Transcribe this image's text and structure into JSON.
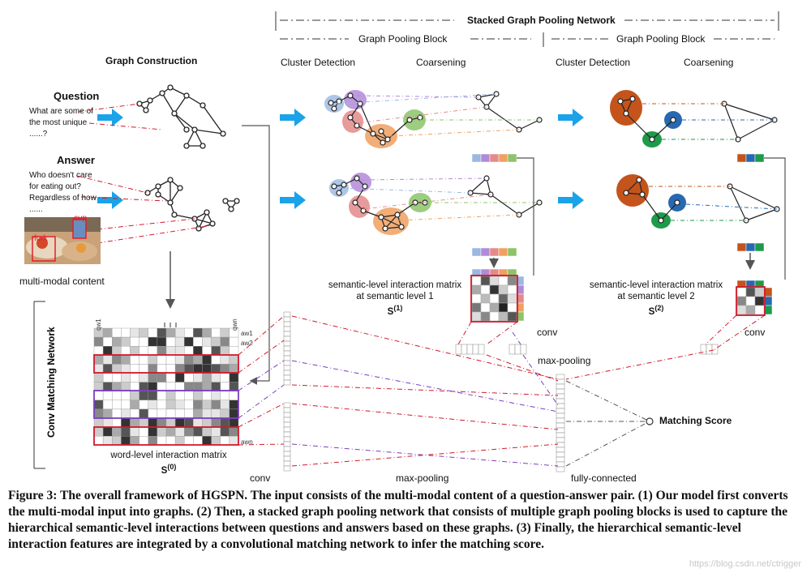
{
  "header": {
    "stacked_title": "Stacked Graph Pooling Network",
    "block1": "Graph Pooling Block",
    "block2": "Graph Pooling Block",
    "cluster1": "Cluster Detection",
    "coarsen1": "Coarsening",
    "cluster2": "Cluster Detection",
    "coarsen2": "Coarsening"
  },
  "construction": {
    "title": "Graph Construction",
    "question_label": "Question",
    "question_lines": [
      "What are some of",
      "the most unique",
      "......?"
    ],
    "answer_label": "Answer",
    "answer_lines": [
      "Who doesn't care",
      "for eating out?",
      "Regardless of how",
      "......"
    ],
    "image_tags": [
      "cup",
      "fork"
    ],
    "multimodal": "multi-modal content"
  },
  "matrices": {
    "sem1_line1": "semantic-level interaction matrix",
    "sem1_line2": "at semantic level 1",
    "sem1_sym": "S",
    "sem1_sup": "(1)",
    "sem2_line1": "semantic-level interaction matrix",
    "sem2_line2": "at semantic level 2",
    "sem2_sym": "S",
    "sem2_sup": "(2)",
    "word_line1": "word-level interaction matrix",
    "word_sym": "S",
    "word_sup": "(0)",
    "col_tags": [
      "qw1",
      "qwn"
    ],
    "row_tags": [
      "aw1",
      "aw2",
      "awn"
    ]
  },
  "network": {
    "side_label": "Conv Matching Network",
    "conv_left": "conv",
    "conv_mid": "conv",
    "conv_right": "conv",
    "maxpool_mid": "max-pooling",
    "maxpool_bottom": "max-pooling",
    "fc": "fully-connected",
    "score": "Matching Score"
  },
  "caption": "Figure 3: The overall framework of HGSPN. The input consists of the multi-modal content of a question-answer pair. (1) Our model first converts the multi-modal input into graphs. (2) Then, a stacked graph pooling network that consists of multiple graph pooling blocks is used to capture the hierarchical semantic-level interactions between questions and answers based on these graphs. (3) Finally, the hierarchical semantic-level interaction features are integrated by a convolutional matching network to infer the matching score.",
  "watermark": "https://blog.csdn.net/ctrigger",
  "colors": {
    "red_dash": "#d11a2a",
    "purple_dash": "#7b3fbf",
    "arrow_blue": "#1aa3e8",
    "cluster_orange": "#f0a060",
    "cluster_green": "#8cc46a",
    "cluster_pink": "#e48a8a",
    "cluster_purple": "#b18ad8",
    "cluster_blue": "#9ab8e0",
    "coarse_brown": "#c4541c",
    "coarse_blue": "#2868b0",
    "coarse_green": "#1e9a4a"
  }
}
